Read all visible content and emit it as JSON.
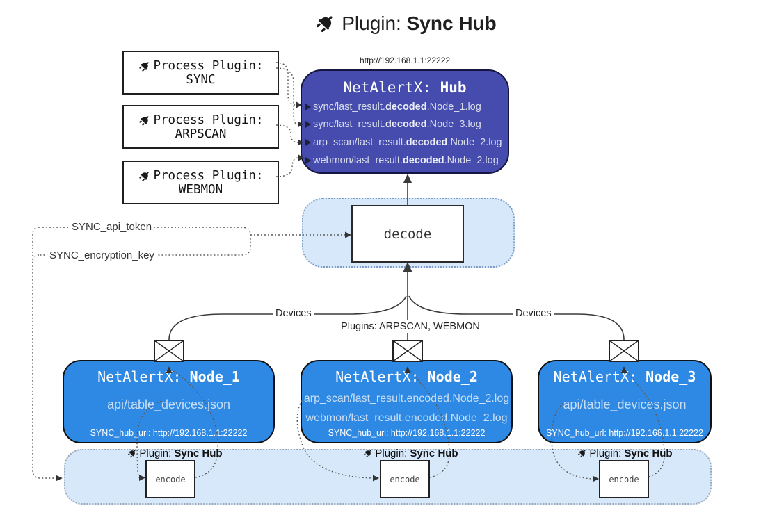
{
  "title": {
    "prefix": "Plugin:",
    "name": "Sync Hub"
  },
  "hub": {
    "url": "http://192.168.1.1:22222",
    "title_prefix": "NetAlertX:",
    "title_name": "Hub",
    "lines": [
      {
        "pre": "sync/last_result.",
        "mid": "decoded",
        "post": ".Node_1.log"
      },
      {
        "pre": "sync/last_result.",
        "mid": "decoded",
        "post": ".Node_3.log"
      },
      {
        "pre": "arp_scan/last_result.",
        "mid": "decoded",
        "post": ".Node_2.log"
      },
      {
        "pre": "webmon/last_result.",
        "mid": "decoded",
        "post": ".Node_2.log"
      }
    ]
  },
  "process_plugins": [
    {
      "label": "Process Plugin:",
      "name": "SYNC"
    },
    {
      "label": "Process Plugin:",
      "name": "ARPSCAN"
    },
    {
      "label": "Process Plugin:",
      "name": "WEBMON"
    }
  ],
  "decode_label": "decode",
  "encode_label": "encode",
  "env_labels": {
    "api_token": "SYNC_api_token",
    "encryption_key": "SYNC_encryption_key"
  },
  "edge_labels": {
    "devices_left": "Devices",
    "plugins_center": "Plugins: ARPSCAN, WEBMON",
    "devices_right": "Devices"
  },
  "nodes": [
    {
      "title_prefix": "NetAlertX:",
      "title_name": "Node_1",
      "lines": [
        "api/table_devices.json"
      ],
      "hub_url": "SYNC_hub_url: http://192.168.1.1:22222"
    },
    {
      "title_prefix": "NetAlertX:",
      "title_name": "Node_2",
      "lines": [
        "arp_scan/last_result.encoded.Node_2.log",
        "webmon/last_result.encoded.Node_2.log"
      ],
      "hub_url": "SYNC_hub_url: http://192.168.1.1:22222"
    },
    {
      "title_prefix": "NetAlertX:",
      "title_name": "Node_3",
      "lines": [
        "api/table_devices.json"
      ],
      "hub_url": "SYNC_hub_url: http://192.168.1.1:22222"
    }
  ],
  "sync_plugin_label": {
    "prefix": "Plugin:",
    "name": "Sync Hub"
  },
  "colors": {
    "hub_fill": "#454CAE",
    "node_fill": "#2E89E5",
    "container_fill": "#D7E8FA",
    "border_dark": "#111111"
  }
}
